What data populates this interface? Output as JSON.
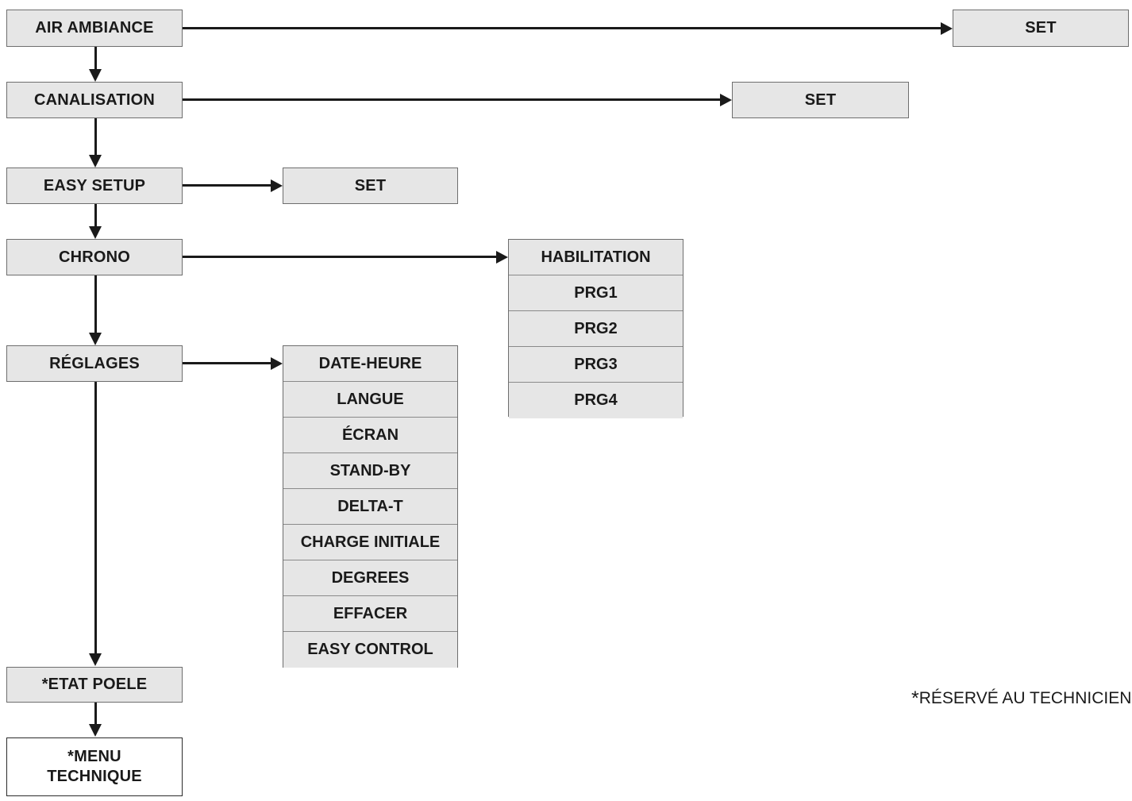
{
  "diagram": {
    "title_hidden": "",
    "colors": {
      "box_fill": "#e6e6e6",
      "box_border": "#6e6e6e",
      "white_box_fill": "#ffffff",
      "white_box_border": "#2b2b2b",
      "connector": "#1a1a1a",
      "text": "#1a1a1a",
      "background": "#ffffff"
    },
    "main_menu": [
      {
        "label": "AIR AMBIANCE"
      },
      {
        "label": "CANALISATION"
      },
      {
        "label": "EASY SETUP"
      },
      {
        "label": "CHRONO"
      },
      {
        "label": "RÉGLAGES"
      },
      {
        "label": "*ETAT POELE"
      }
    ],
    "technical_menu": {
      "line1": "*MENU",
      "line2": "TECHNIQUE"
    },
    "set_boxes": {
      "air_ambiance": "SET",
      "canalisation": "SET",
      "easy_setup": "SET"
    },
    "chrono_submenu": [
      "HABILITATION",
      "PRG1",
      "PRG2",
      "PRG3",
      "PRG4"
    ],
    "reglages_submenu": [
      "DATE-HEURE",
      "LANGUE",
      "ÉCRAN",
      "STAND-BY",
      "DELTA-T",
      "CHARGE INITIALE",
      "DEGREES",
      "EFFACER",
      "EASY CONTROL"
    ],
    "footnote": {
      "star": "*",
      "text": "RÉSERVÉ AU TECHNICIEN"
    }
  }
}
